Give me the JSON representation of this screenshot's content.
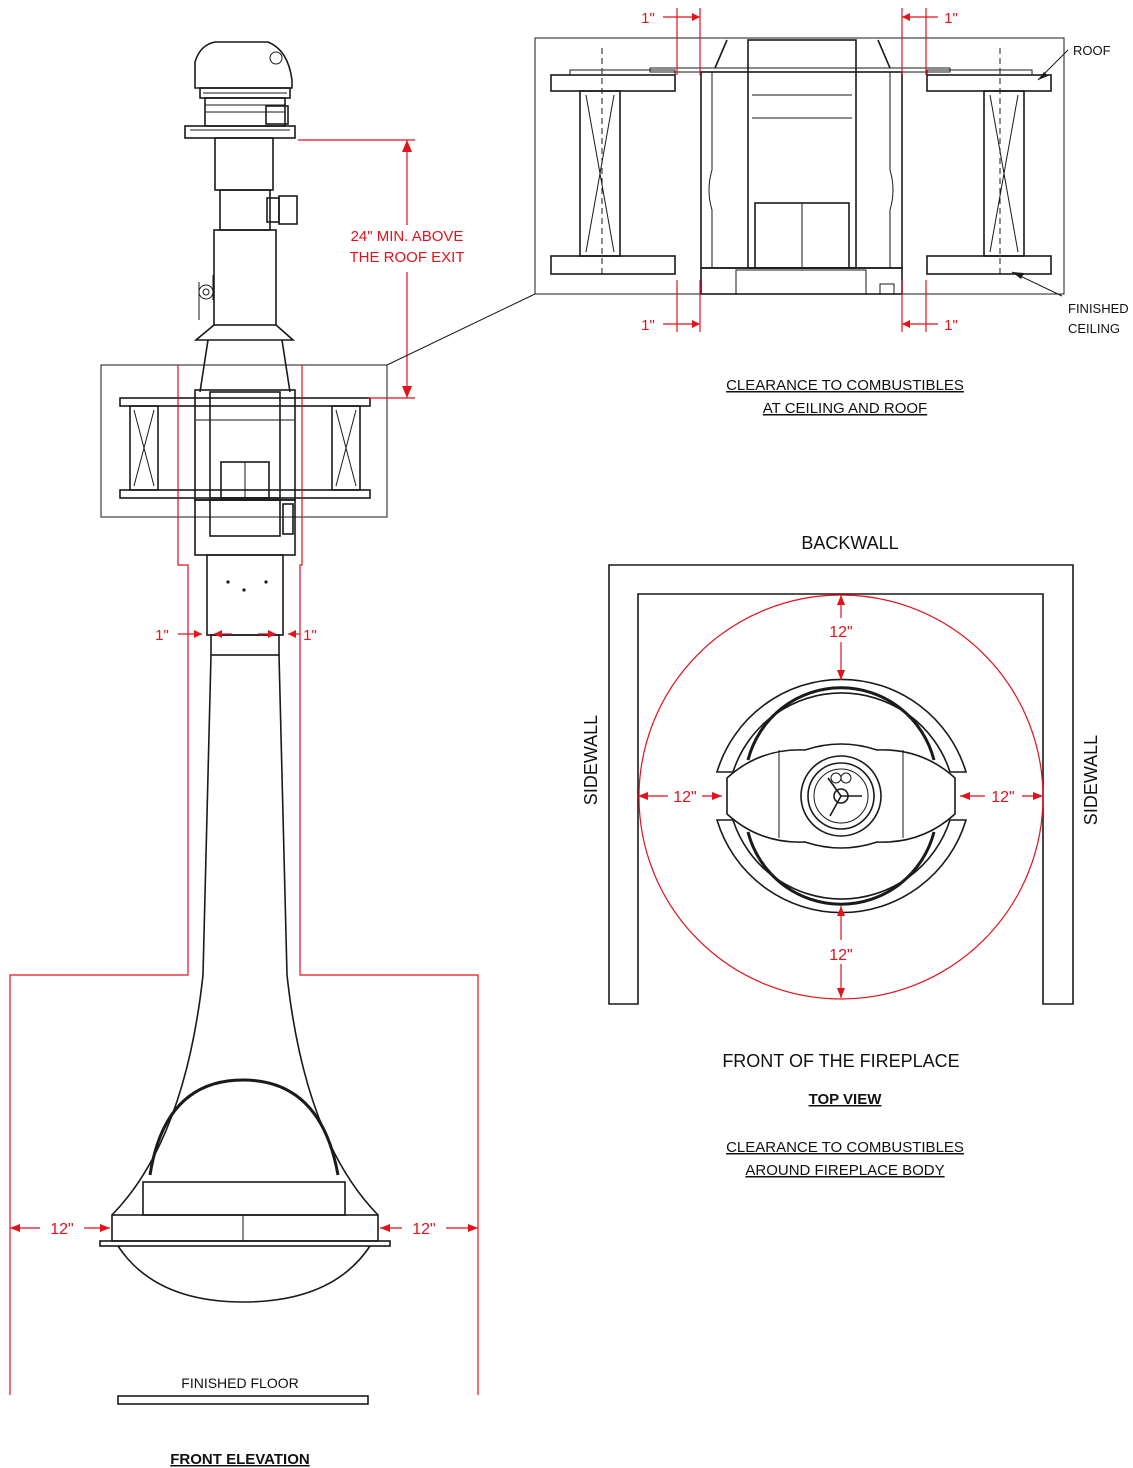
{
  "colors": {
    "line": "#1a1a1a",
    "clearance": "#e3121b"
  },
  "front_elevation": {
    "title": "FRONT ELEVATION",
    "roof_note_line1": "24\" MIN. ABOVE",
    "roof_note_line2": "THE ROOF EXIT",
    "pipe_clearance_left": "1\"",
    "pipe_clearance_right": "1\"",
    "body_clearance_left": "12\"",
    "body_clearance_right": "12\"",
    "floor_label": "FINISHED FLOOR"
  },
  "ceiling_detail": {
    "clear_top_left": "1\"",
    "clear_top_right": "1\"",
    "clear_bottom_left": "1\"",
    "clear_bottom_right": "1\"",
    "roof_label": "ROOF",
    "ceiling_label_line1": "FINISHED",
    "ceiling_label_line2": "CEILING",
    "caption_line1": "CLEARANCE TO COMBUSTIBLES",
    "caption_line2": "AT CEILING AND ROOF"
  },
  "top_view": {
    "backwall_label": "BACKWALL",
    "sidewall_left": "SIDEWALL",
    "sidewall_right": "SIDEWALL",
    "clear_top": "12\"",
    "clear_bottom": "12\"",
    "clear_left": "12\"",
    "clear_right": "12\"",
    "front_label": "FRONT OF THE FIREPLACE",
    "title": "TOP VIEW",
    "caption_line1": "CLEARANCE TO COMBUSTIBLES",
    "caption_line2": "AROUND FIREPLACE BODY"
  }
}
